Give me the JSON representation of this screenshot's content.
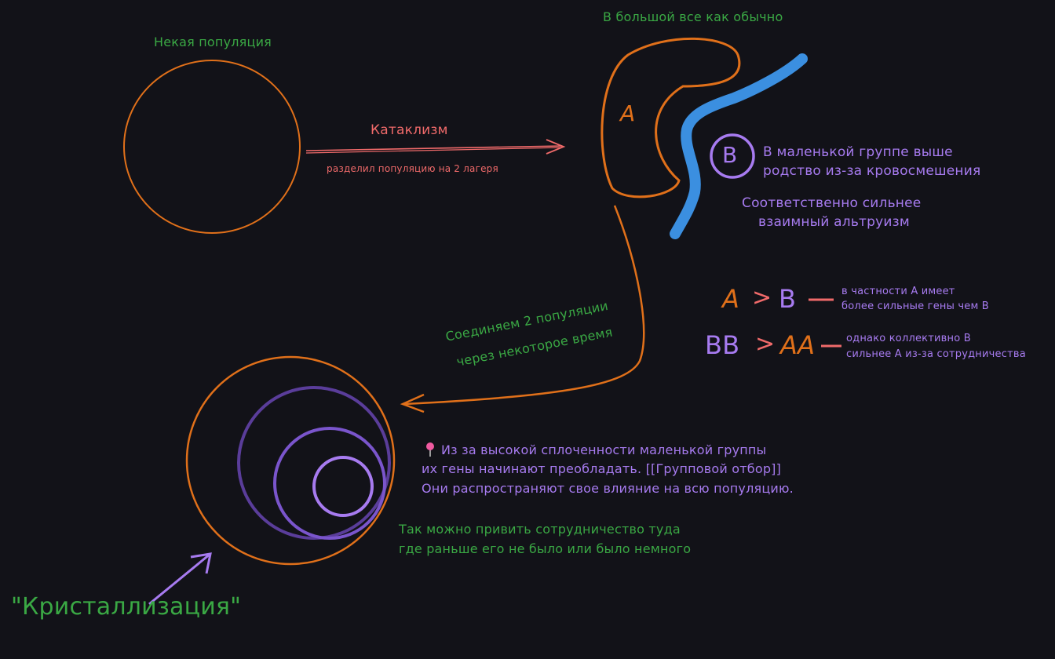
{
  "labels": {
    "population": "Некая популяция",
    "big_group_note": "В большой все как обычно",
    "cataclysm_title": "Катаклизм",
    "cataclysm_sub": "разделил популяцию на 2 лагеря",
    "group_a": "A",
    "group_b": "B",
    "b_note_line1": "В маленькой группе выше",
    "b_note_line2": "родство из-за кровосмешения",
    "altruism_line1": "Соответственно сильнее",
    "altruism_line2": "взаимный альтруизм",
    "merge_line1": "Соединяем 2 популяции",
    "merge_line2": "через некоторое время",
    "cmp1_a": "A",
    "cmp1_gt": ">",
    "cmp1_b": "B",
    "cmp1_note1": "в частности A имеет",
    "cmp1_note2": "более сильные гены чем B",
    "cmp2_bb": "BB",
    "cmp2_gt": ">",
    "cmp2_aa": "AA",
    "cmp2_note1": "однако коллективно B",
    "cmp2_note2": "сильнее A из-за сотрудничества",
    "pin_line1": "Из за высокой сплоченности маленькой группы",
    "pin_line2": "их гены начинают преобладать. [[Групповой отбор]]",
    "pin_line3": "Они распространяют свое влияние на всю популяцию.",
    "coop_line1": "Так можно привить сотрудничество туда",
    "coop_line2": "где раньше его не было или было немного",
    "crystallization": "\"Кристаллизация\""
  },
  "colors": {
    "background": "#121218",
    "green": "#3aa844",
    "orange": "#e0701a",
    "coral": "#f06a6a",
    "violet": "#a77bf0",
    "blue": "#3b8fe0",
    "dark_violet": "#5a3d9a",
    "mid_violet": "#7a55cc"
  },
  "icons": {
    "pin": "pushpin-icon"
  }
}
